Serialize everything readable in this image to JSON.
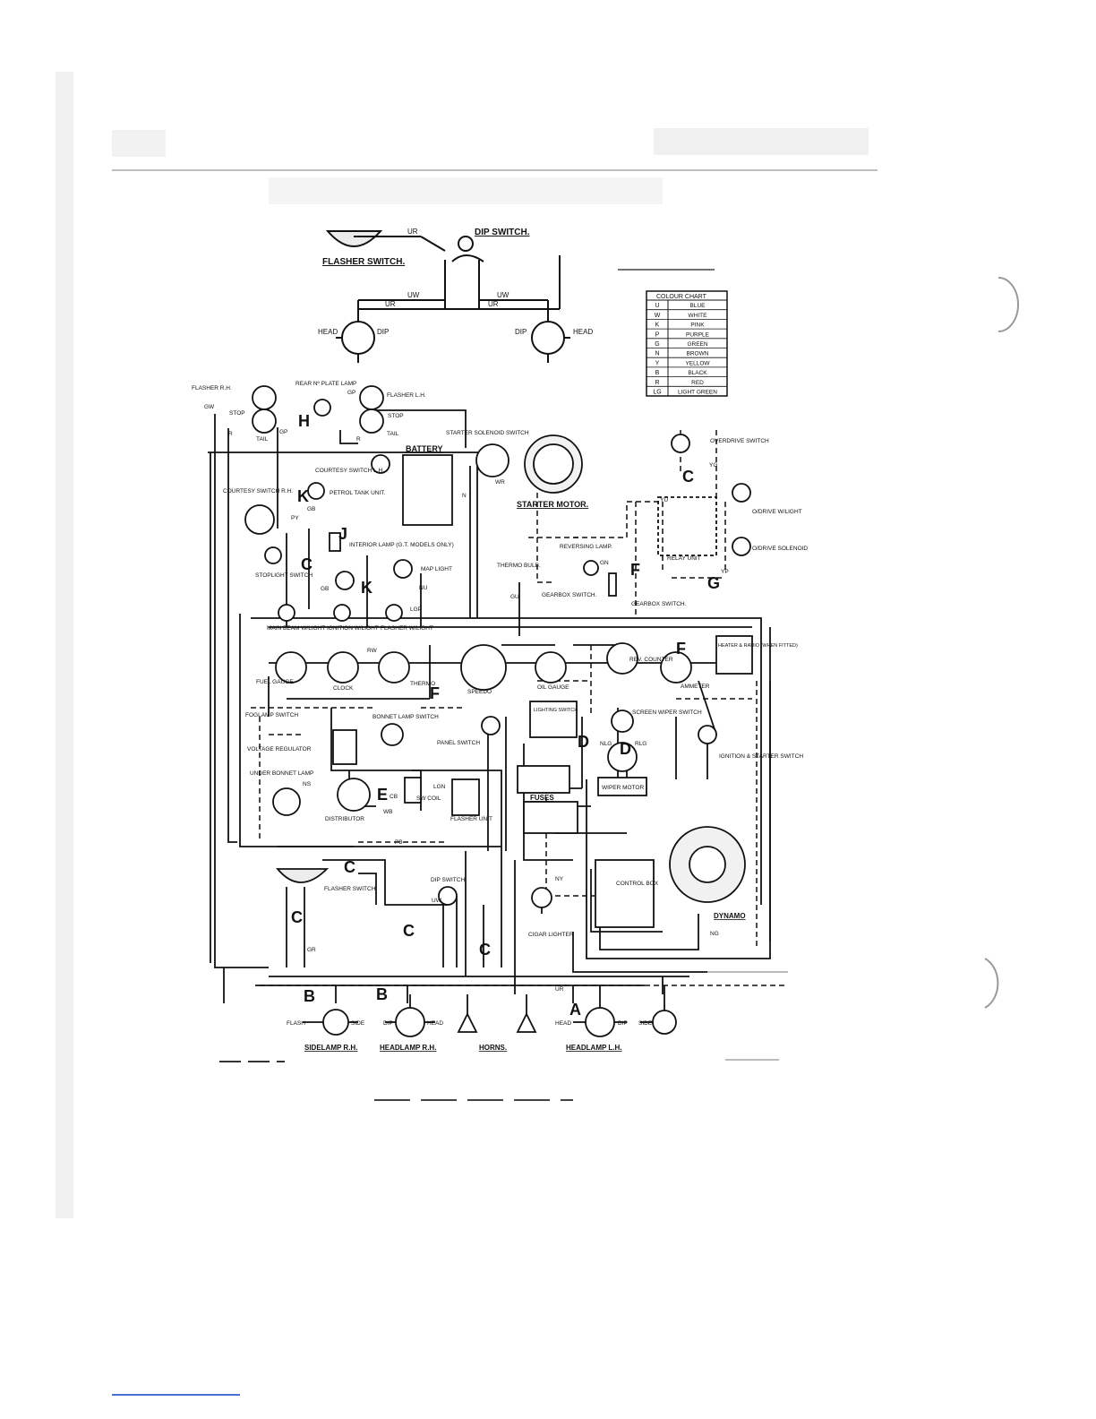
{
  "diagram": {
    "top_figure": {
      "flasher_switch": "FLASHER SWITCH.",
      "dip_switch": "DIP SWITCH.",
      "head_left": "HEAD",
      "dip_left": "DIP",
      "dip_right": "DIP",
      "head_right": "HEAD",
      "wire_ur_top": "UR",
      "wire_uw_left": "UW",
      "wire_ur_left": "UR",
      "wire_uw_right": "UW",
      "wire_ur_right": "UR"
    },
    "colour_chart": {
      "title": "COLOUR CHART",
      "rows": [
        {
          "code": "U",
          "colour": "BLUE"
        },
        {
          "code": "W",
          "colour": "WHITE"
        },
        {
          "code": "K",
          "colour": "PINK"
        },
        {
          "code": "P",
          "colour": "PURPLE"
        },
        {
          "code": "G",
          "colour": "GREEN"
        },
        {
          "code": "N",
          "colour": "BROWN"
        },
        {
          "code": "Y",
          "colour": "YELLOW"
        },
        {
          "code": "B",
          "colour": "BLACK"
        },
        {
          "code": "R",
          "colour": "RED"
        },
        {
          "code": "LG",
          "colour": "LIGHT GREEN"
        }
      ]
    },
    "components": {
      "flasher_rh": "FLASHER R.H.",
      "rear_plate_lamp": "REAR Nº PLATE LAMP",
      "flasher_lh": "FLASHER L.H.",
      "stop_left": "STOP",
      "stop_right": "STOP",
      "tail_left": "TAIL",
      "tail_right": "TAIL",
      "starter_solenoid": "STARTER SOLENOID SWITCH",
      "battery": "BATTERY",
      "starter_motor": "STARTER MOTOR.",
      "courtesy_lh": "COURTESY SWITCH L.H.",
      "courtesy_rh": "COURTESY SWITCH R.H.",
      "petrol_tank": "PETROL TANK UNIT.",
      "interior_lamp": "INTERIOR LAMP (G.T. MODELS ONLY)",
      "stoplight_switch": "STOPLIGHT SWITCH",
      "map_light": "MAP LIGHT",
      "thermo_bulb": "THERMO BULB.",
      "reversing_lamp": "REVERSING LAMP.",
      "gearbox_switch_left": "GEARBOX SWITCH.",
      "gearbox_switch_right": "GEARBOX SWITCH.",
      "overdrive_switch": "OVERDRIVE SWITCH",
      "odrive_wlight": "O/DRIVE W/LIGHT",
      "odrive_solenoid": "O/DRIVE SOLENOID",
      "relay_unit": "RELAY UNIT",
      "main_beam": "MAIN BEAM W/LIGHT",
      "ignition_wlight": "IGNITION W/LIGHT",
      "flasher_wlight": "FLASHER W/LIGHT",
      "fuel_gauge": "FUEL GAUGE",
      "clock": "CLOCK",
      "thermo": "THERMO",
      "speedo": "SPEEDO",
      "oil_gauge": "OIL GAUGE",
      "rev_counter": "REV. COUNTER",
      "ammeter": "AMMETER",
      "heater_radio": "HEATER & RADIO (WHEN FITTED)",
      "foglamp_switch": "FOGLAMP SWITCH",
      "bonnet_lamp_switch": "BONNET LAMP SWITCH",
      "lighting_switch": "LIGHTING SWITCH",
      "panel_switch": "PANEL SWITCH",
      "screen_wiper_switch": "SCREEN WIPER SWITCH",
      "voltage_regulator": "VOLTAGE REGULATOR",
      "under_bonnet_lamp": "UNDER BONNET LAMP",
      "distributor": "DISTRIBUTOR",
      "sw_coil": "SW COIL",
      "flasher_unit": "FLASHER UNIT",
      "fuses": "FUSES",
      "wiper_motor": "WIPER MOTOR",
      "ignition_starter": "IGNITION & STARTER SWITCH",
      "flasher_switch_main": "FLASHER SWITCH",
      "dip_switch_main": "DIP SWITCH",
      "cigar_lighter": "CIGAR LIGHTER",
      "control_box": "CONTROL BOX",
      "dynamo": "DYNAMO"
    },
    "bottom": {
      "sidelamp_rh": "SIDELAMP R.H.",
      "headlamp_rh": "HEADLAMP R.H.",
      "horns": "HORNS.",
      "headlamp_lh": "HEADLAMP L.H.",
      "flash": "FLASH",
      "side_left": "SIDE",
      "dip_rh": "DIP",
      "head_rh": "HEAD",
      "head_lh": "HEAD",
      "dip_lh": "DIP",
      "side_right": "SIDE"
    },
    "letters": {
      "H": "H",
      "K1": "K",
      "K2": "K",
      "J": "J",
      "C_stop": "C",
      "F_rev": "F",
      "G": "G",
      "C_od": "C",
      "E": "E",
      "F_rc": "F",
      "F_therm": "F",
      "D1": "D",
      "D2": "D",
      "C_fl": "C",
      "C_left": "C",
      "C_dip": "C",
      "C_horn": "C",
      "B1": "B",
      "B2": "B",
      "A": "A"
    },
    "wire_codes": {
      "gw": "GW",
      "r_left": "R",
      "gp1": "GP",
      "gp2": "GP",
      "r_right": "R",
      "py": "PY",
      "gb": "GB",
      "gb2": "GB",
      "nu": "NU",
      "wr": "WR",
      "n1": "N",
      "gn": "GN",
      "gu": "GU",
      "yg": "YG",
      "yu": "YU",
      "yp": "YP",
      "lgp": "LGP",
      "rw": "RW",
      "lgn": "LGN",
      "pb": "PB",
      "ny": "NY",
      "ng": "NG",
      "uw": "UW",
      "ur": "UR",
      "gr": "GR",
      "nlg": "NLG",
      "rlg": "RLG",
      "wb": "WB",
      "ns": "NS",
      "cb": "CB"
    }
  }
}
